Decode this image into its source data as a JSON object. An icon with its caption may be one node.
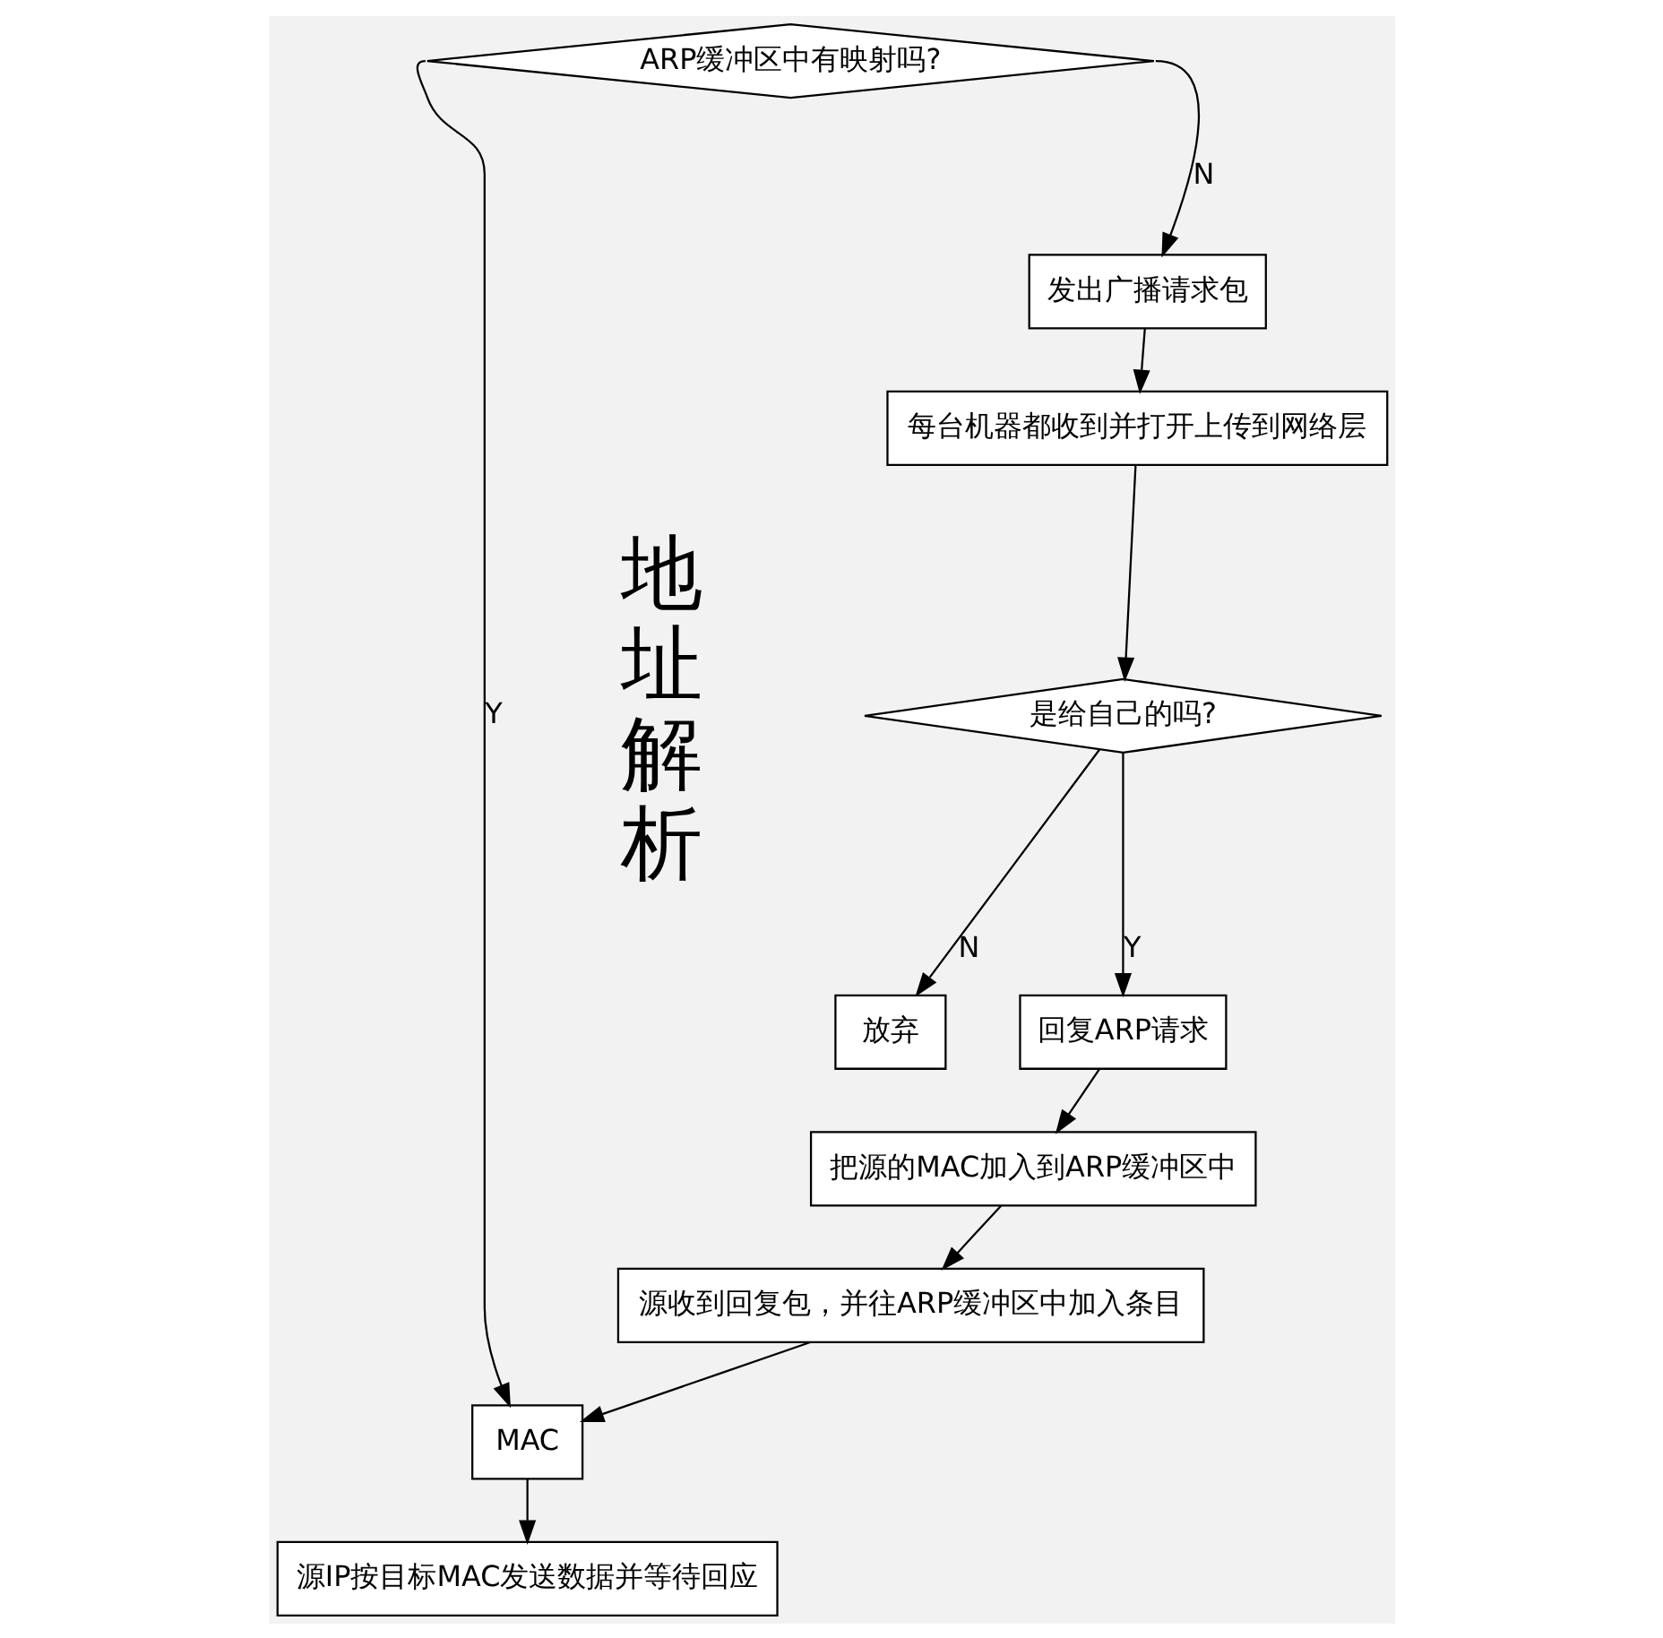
{
  "diagram": {
    "nodes": [
      {
        "text": [
          "ARP缓冲区中有映射吗?"
        ]
      },
      {
        "text": [
          "发出广播请求包"
        ]
      },
      {
        "text": [
          "每台机器都收到并打开上传到网络层"
        ]
      },
      {
        "text": [
          "是给自己的吗?"
        ]
      },
      {
        "text": [
          "回复ARP请求"
        ]
      },
      {
        "text": [
          "放弃"
        ]
      },
      {
        "text": [
          "把源的MAC加入到ARP缓冲区中"
        ]
      },
      {
        "text": [
          "源收到回复包，并往ARP缓冲区中加入条目"
        ]
      },
      {
        "text": [
          "MAC"
        ]
      },
      {
        "text": [
          "源IP按目标MAC发送数据并等待回应"
        ]
      }
    ],
    "edges": [
      {
        "from": 0,
        "to": 1,
        "arrow": "to",
        "label": "N"
      },
      {
        "from": 1,
        "to": 2,
        "arrow": "to"
      },
      {
        "from": 2,
        "to": 3,
        "arrow": "to"
      },
      {
        "from": 3,
        "to": 4,
        "arrow": "to",
        "label": "Y"
      },
      {
        "from": 3,
        "to": 5,
        "arrow": "to",
        "label": "N"
      },
      {
        "from": 4,
        "to": 6,
        "arrow": "to"
      },
      {
        "from": 6,
        "to": 7,
        "arrow": "to"
      },
      {
        "from": 0,
        "to": 8,
        "arrow": "to",
        "label": "Y"
      },
      {
        "from": 7,
        "to": 8,
        "arrow": "to"
      },
      {
        "from": 8,
        "to": 9,
        "arrow": "to"
      }
    ],
    "labels": [
      "地址解析"
    ]
  }
}
